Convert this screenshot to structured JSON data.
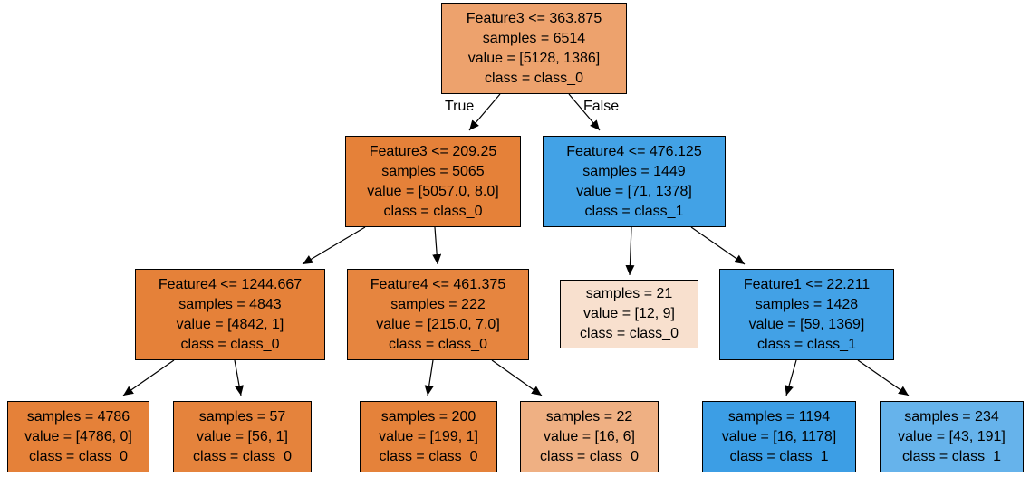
{
  "nodes": [
    {
      "id": "n0",
      "lines": [
        "Feature3 <= 363.875",
        "samples = 6514",
        "value = [5128, 1386]",
        "class = class_0"
      ],
      "color": "#eda26d"
    },
    {
      "id": "n1",
      "lines": [
        "Feature3 <= 209.25",
        "samples = 5065",
        "value = [5057.0, 8.0]",
        "class = class_0"
      ],
      "color": "#e58139"
    },
    {
      "id": "n2",
      "lines": [
        "Feature4 <= 476.125",
        "samples = 1449",
        "value = [71, 1378]",
        "class = class_1"
      ],
      "color": "#42a2e6"
    },
    {
      "id": "n3",
      "lines": [
        "Feature4 <= 1244.667",
        "samples = 4843",
        "value = [4842, 1]",
        "class = class_0"
      ],
      "color": "#e58139"
    },
    {
      "id": "n4",
      "lines": [
        "Feature4 <= 461.375",
        "samples = 222",
        "value = [215.0, 7.0]",
        "class = class_0"
      ],
      "color": "#e6853f"
    },
    {
      "id": "n5",
      "lines": [
        "samples = 21",
        "value = [12, 9]",
        "class = class_0"
      ],
      "color": "#f8e0ce"
    },
    {
      "id": "n6",
      "lines": [
        "Feature1 <= 22.211",
        "samples = 1428",
        "value = [59, 1369]",
        "class = class_1"
      ],
      "color": "#42a1e6"
    },
    {
      "id": "n7",
      "lines": [
        "samples = 4786",
        "value = [4786, 0]",
        "class = class_0"
      ],
      "color": "#e58139"
    },
    {
      "id": "n8",
      "lines": [
        "samples = 57",
        "value = [56, 1]",
        "class = class_0"
      ],
      "color": "#e5833c"
    },
    {
      "id": "n9",
      "lines": [
        "samples = 200",
        "value = [199, 1]",
        "class = class_0"
      ],
      "color": "#e5823a"
    },
    {
      "id": "n10",
      "lines": [
        "samples = 22",
        "value = [16, 6]",
        "class = class_0"
      ],
      "color": "#efb083"
    },
    {
      "id": "n11",
      "lines": [
        "samples = 1194",
        "value = [16, 1178]",
        "class = class_1"
      ],
      "color": "#3c9ee5"
    },
    {
      "id": "n12",
      "lines": [
        "samples = 234",
        "value = [43, 191]",
        "class = class_1"
      ],
      "color": "#66b3eb"
    }
  ],
  "edge_labels": {
    "true_label": "True",
    "false_label": "False"
  }
}
